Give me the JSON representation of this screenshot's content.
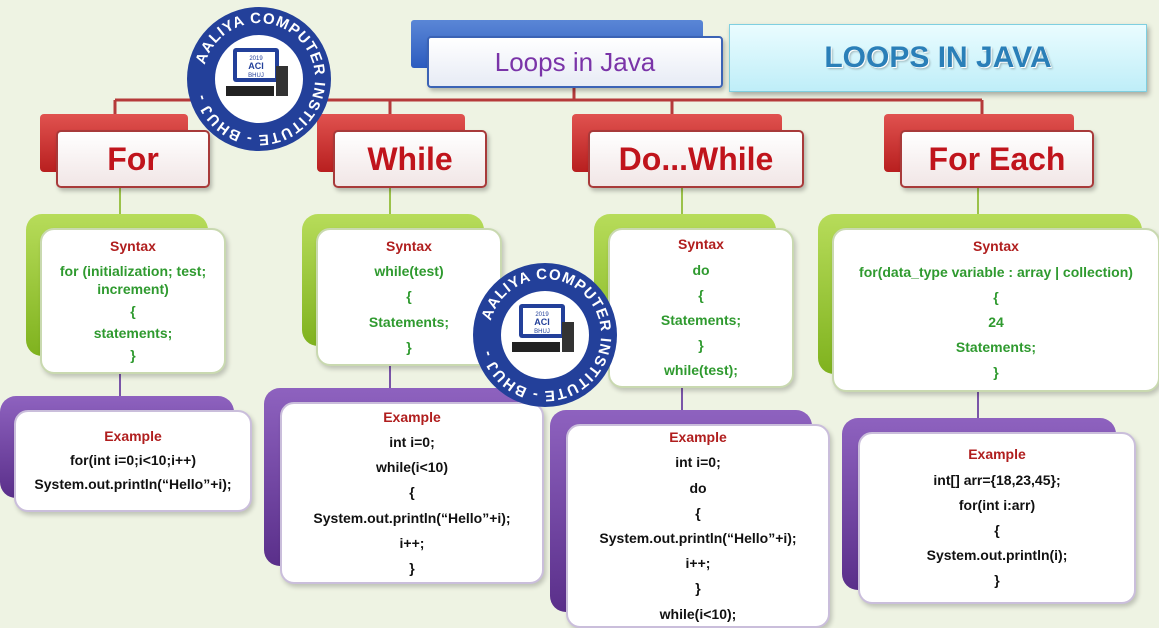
{
  "title": "Loops in Java",
  "banner": "LOOPS IN JAVA",
  "logo_text": {
    "ring": "AALIYA COMPUTER INSTITUTE - BHUJ -",
    "screen_year": "2019",
    "screen_top": "ACI",
    "screen_bottom": "BHUJ"
  },
  "colors": {
    "root_accent": "#3b63b5",
    "category_accent": "#c0141c",
    "syntax_accent": "#7fb21e",
    "example_accent": "#5a2f8a",
    "connector": "#b53a3a"
  },
  "loops": [
    {
      "name": "For",
      "syntax_header": "Syntax",
      "syntax_lines": [
        "for (initialization; test;",
        "increment)",
        "{",
        "statements;",
        "}"
      ],
      "example_header": "Example",
      "example_lines": [
        "for(int i=0;i<10;i++)",
        "System.out.println(“Hello”+i);"
      ]
    },
    {
      "name": "While",
      "syntax_header": "Syntax",
      "syntax_lines": [
        "while(test)",
        "{",
        "Statements;",
        "}"
      ],
      "example_header": "Example",
      "example_lines": [
        "int i=0;",
        "while(i<10)",
        "{",
        "System.out.println(“Hello”+i);",
        "i++;",
        "}"
      ]
    },
    {
      "name": "Do...While",
      "syntax_header": "Syntax",
      "syntax_lines": [
        "do",
        "{",
        "Statements;",
        "}",
        "while(test);"
      ],
      "example_header": "Example",
      "example_lines": [
        "int i=0;",
        "do",
        "{",
        "System.out.println(“Hello”+i);",
        "i++;",
        "}",
        "while(i<10);"
      ]
    },
    {
      "name": "For Each",
      "syntax_header": "Syntax",
      "syntax_lines": [
        "for(data_type variable : array | collection)",
        "{",
        "24",
        "Statements;",
        "}"
      ],
      "example_header": "Example",
      "example_lines": [
        "int[] arr={18,23,45};",
        "for(int i:arr)",
        "{",
        "System.out.println(i);",
        "}"
      ]
    }
  ]
}
